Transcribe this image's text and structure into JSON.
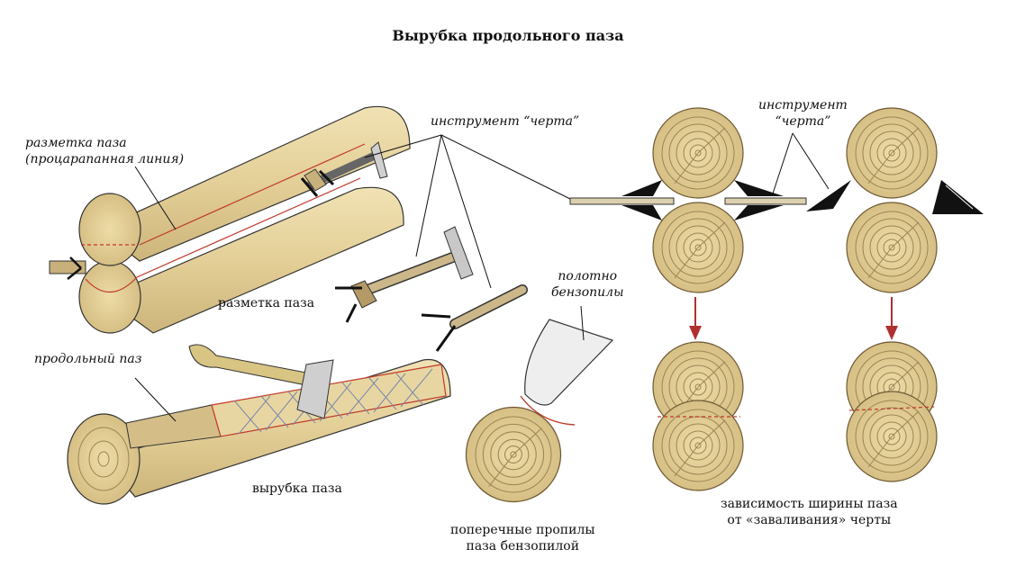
{
  "title": "Вырубка продольного паза",
  "labels": {
    "marking_line_1": "разметка паза",
    "marking_line_2": "(процарапанная линия)",
    "tool_cherta": "инструмент “черта”",
    "tool_cherta_right_1": "инструмент",
    "tool_cherta_right_2": "“черта”",
    "marking_caption": "разметка паза",
    "groove": "продольный паз",
    "cutting_caption": "вырубка паза",
    "saw_blade_1": "полотно",
    "saw_blade_2": "бензопилы",
    "cross_cuts_1": "поперечные пропилы",
    "cross_cuts_2": "паза бензопилой",
    "dependence_1": "зависимость ширины паза",
    "dependence_2": "от «заваливания» черты"
  },
  "colors": {
    "wood": "#e6d4a0",
    "wood_dark": "#cdb57a",
    "ring": "#9c8555",
    "red_line": "#c0392b",
    "arrow": "#b03030",
    "steel": "#d8d8d8",
    "outline": "#222222"
  }
}
